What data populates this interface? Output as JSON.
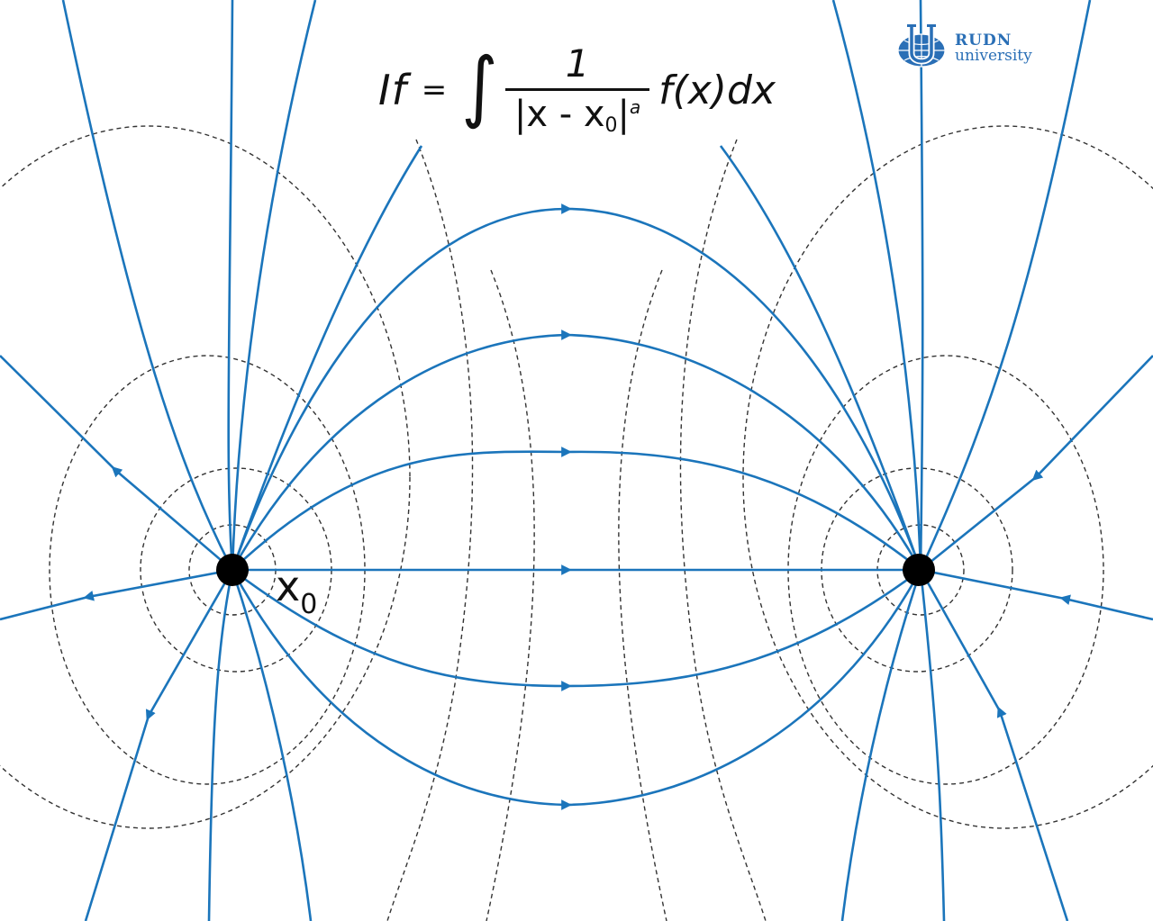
{
  "formula": {
    "lhs": "If",
    "equals": "=",
    "integral": "∫",
    "numerator": "1",
    "denominator_pre": "|x - x",
    "denominator_sub": "0",
    "denominator_post": "|",
    "denominator_sup": "a",
    "rhs": "f(x)dx"
  },
  "point": {
    "label": "x",
    "label_sub": "0"
  },
  "logo": {
    "line1": "RUDN",
    "line2": "university"
  },
  "colors": {
    "field_line": "#1b75bb",
    "equipotential": "#333333",
    "point": "#000000",
    "text": "#111111",
    "logo": "#2a6fb6"
  }
}
